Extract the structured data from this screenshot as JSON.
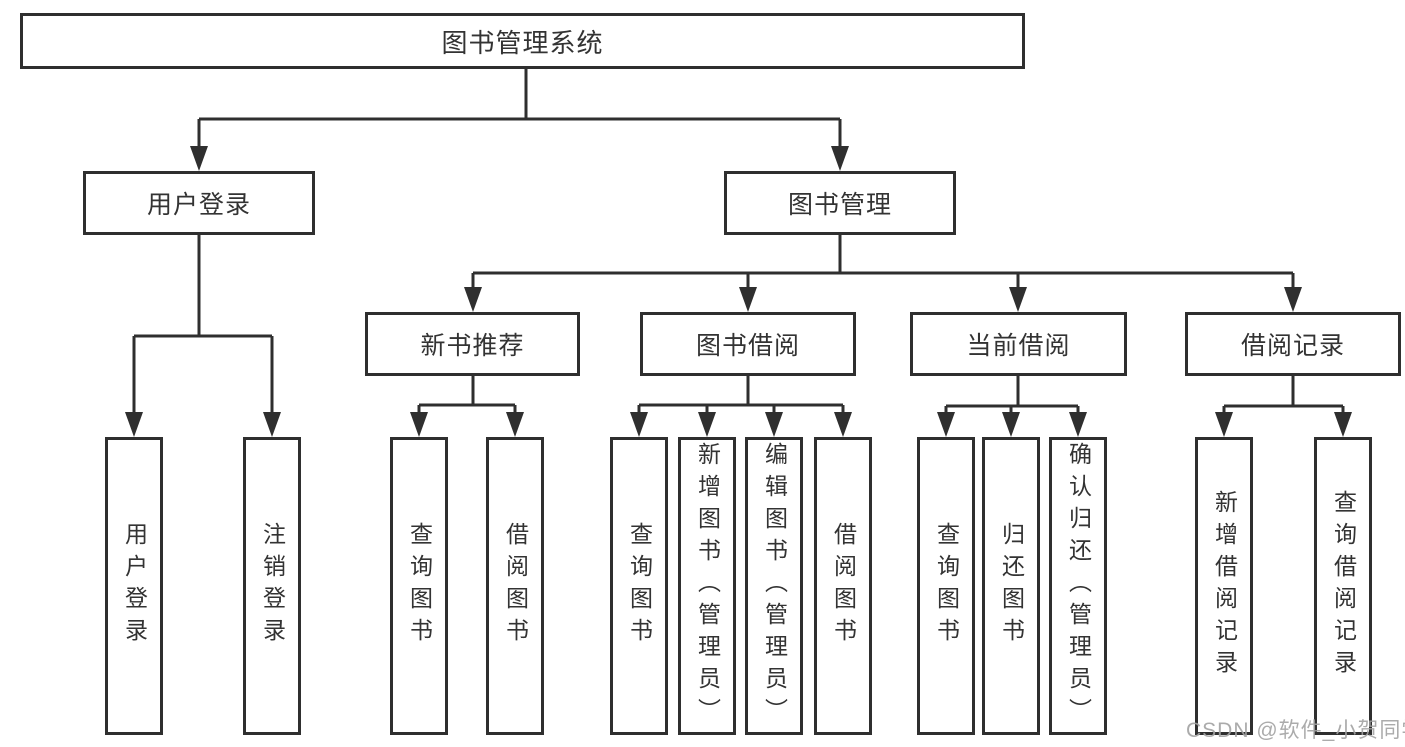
{
  "diagram": {
    "root": "图书管理系统",
    "nodes": [
      {
        "label": "用户登录",
        "children": [
          {
            "label": "用户登录"
          },
          {
            "label": "注销登录"
          }
        ]
      },
      {
        "label": "图书管理",
        "children": [
          {
            "label": "新书推荐",
            "children": [
              {
                "label": "查询图书"
              },
              {
                "label": "借阅图书"
              }
            ]
          },
          {
            "label": "图书借阅",
            "children": [
              {
                "label": "查询图书"
              },
              {
                "label": "新增图书（管理员）"
              },
              {
                "label": "编辑图书（管理员）"
              },
              {
                "label": "借阅图书"
              }
            ]
          },
          {
            "label": "当前借阅",
            "children": [
              {
                "label": "查询图书"
              },
              {
                "label": "归还图书"
              },
              {
                "label": "确认归还（管理员）"
              }
            ]
          },
          {
            "label": "借阅记录",
            "children": [
              {
                "label": "新增借阅记录"
              },
              {
                "label": "查询借阅记录"
              }
            ]
          }
        ]
      }
    ]
  },
  "watermark": {
    "text": "CSDN @软件_小贺同学"
  },
  "colors": {
    "line": "#2f2f2f",
    "box_border": "#2f2f2f",
    "text": "#333333",
    "background": "#ffffff",
    "watermark": "#a3a3a3"
  }
}
